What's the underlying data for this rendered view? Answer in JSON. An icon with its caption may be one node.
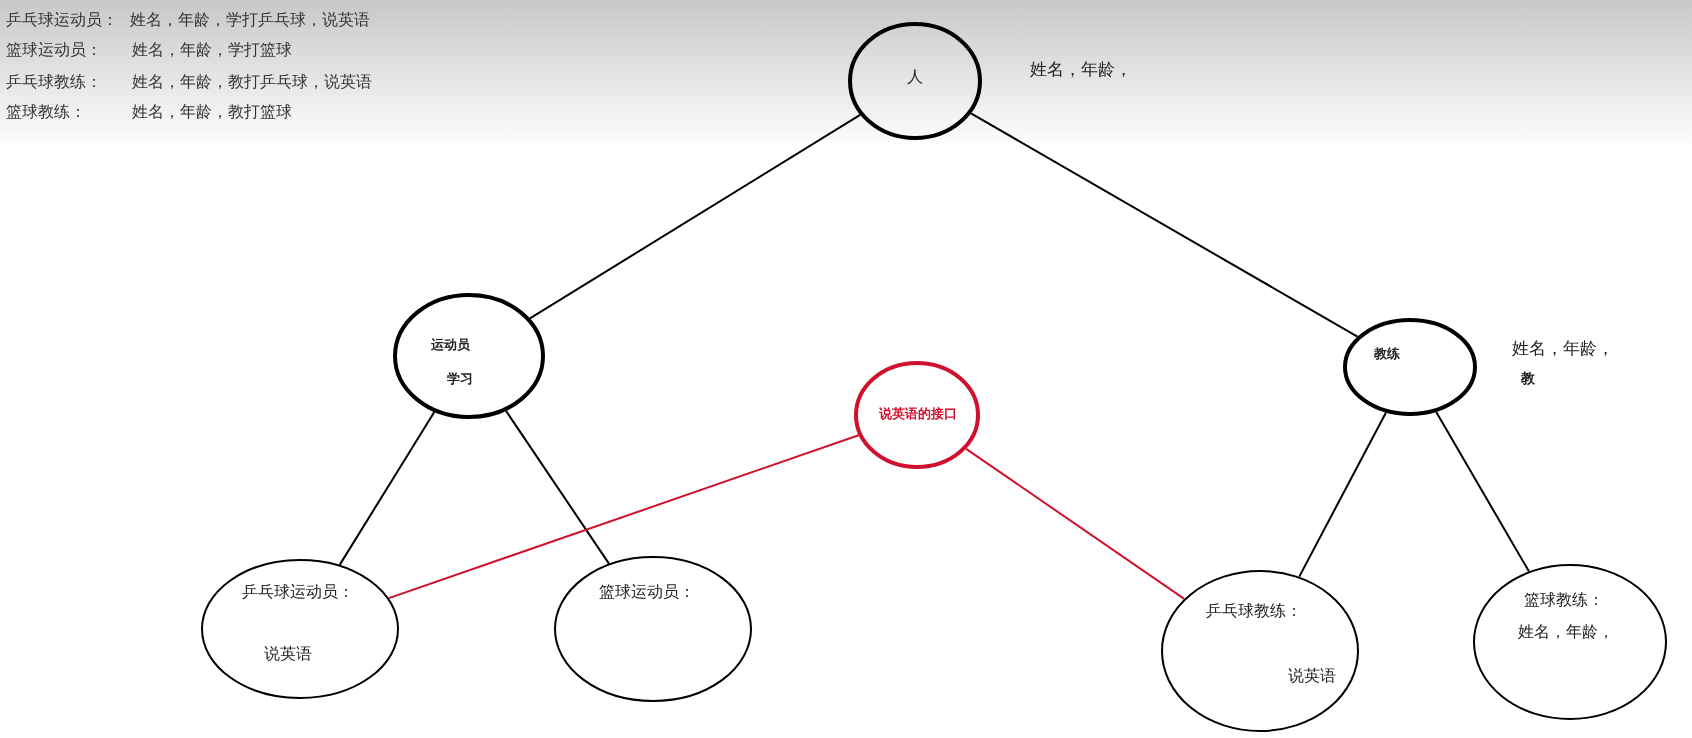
{
  "diagram": {
    "nodes": [
      {
        "text": [
          "人"
        ],
        "beside": [
          "姓名，年龄，"
        ]
      },
      {
        "text": [
          "运动员",
          "学习"
        ]
      },
      {
        "text": [
          "教练"
        ],
        "beside": [
          "姓名，年龄，",
          "教"
        ]
      },
      {
        "text": [
          "说英语的接口"
        ]
      },
      {
        "text": [
          "乒乓球运动员：",
          "说英语"
        ]
      },
      {
        "text": [
          "篮球运动员："
        ]
      },
      {
        "text": [
          "乒乓球教练：",
          "说英语"
        ]
      },
      {
        "text": [
          "篮球教练：",
          "姓名，年龄，"
        ]
      }
    ],
    "edges": [
      {
        "from": 0,
        "to": 1,
        "arrow": "none"
      },
      {
        "from": 0,
        "to": 2,
        "arrow": "none"
      },
      {
        "from": 1,
        "to": 4,
        "arrow": "none"
      },
      {
        "from": 1,
        "to": 5,
        "arrow": "none"
      },
      {
        "from": 2,
        "to": 6,
        "arrow": "none"
      },
      {
        "from": 2,
        "to": 7,
        "arrow": "none"
      },
      {
        "from": 3,
        "to": 4,
        "arrow": "none",
        "color": "#d0102c"
      },
      {
        "from": 3,
        "to": 6,
        "arrow": "none",
        "color": "#d0102c"
      }
    ],
    "labels": [
      "乒乓球运动员：",
      "姓名，年龄，学打乒乓球，说英语",
      "篮球运动员：",
      "姓名，年龄，学打篮球",
      "乒乓球教练：",
      "姓名，年龄，教打乒乓球，说英语",
      "篮球教练：",
      "姓名，年龄，教打篮球"
    ]
  }
}
